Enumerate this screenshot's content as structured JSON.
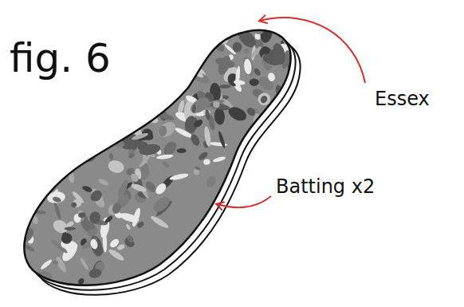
{
  "diagram": {
    "title": "fig. 6",
    "labels": [
      "Essex",
      "Batting x2"
    ]
  }
}
